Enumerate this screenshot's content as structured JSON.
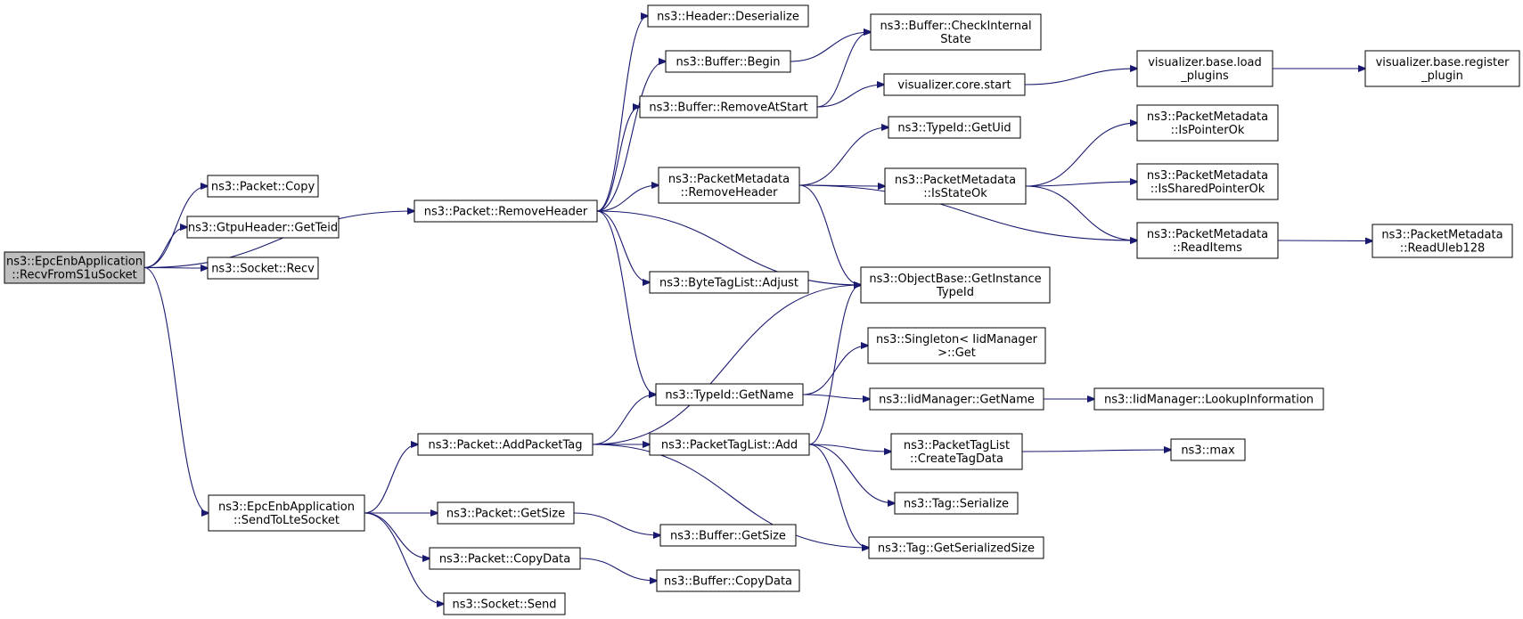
{
  "diagram": {
    "edge_color": "#191970",
    "root_fill": "#bfbfbf",
    "nodes": [
      {
        "id": "root",
        "lines": [
          "ns3::EpcEnbApplication",
          "::RecvFromS1uSocket"
        ],
        "root": true
      },
      {
        "id": "pcopy",
        "lines": [
          "ns3::Packet::Copy"
        ]
      },
      {
        "id": "gtpu",
        "lines": [
          "ns3::GtpuHeader::GetTeid"
        ]
      },
      {
        "id": "srecv",
        "lines": [
          "ns3::Socket::Recv"
        ]
      },
      {
        "id": "premhdr",
        "lines": [
          "ns3::Packet::RemoveHeader"
        ]
      },
      {
        "id": "sendlte",
        "lines": [
          "ns3::EpcEnbApplication",
          "::SendToLteSocket"
        ]
      },
      {
        "id": "hdrdeser",
        "lines": [
          "ns3::Header::Deserialize"
        ]
      },
      {
        "id": "bufbegin",
        "lines": [
          "ns3::Buffer::Begin"
        ]
      },
      {
        "id": "bufremstart",
        "lines": [
          "ns3::Buffer::RemoveAtStart"
        ]
      },
      {
        "id": "pmremhdr",
        "lines": [
          "ns3::PacketMetadata",
          "::RemoveHeader"
        ]
      },
      {
        "id": "btladjust",
        "lines": [
          "ns3::ByteTagList::Adjust"
        ]
      },
      {
        "id": "tidgetname",
        "lines": [
          "ns3::TypeId::GetName"
        ]
      },
      {
        "id": "addptag",
        "lines": [
          "ns3::Packet::AddPacketTag"
        ]
      },
      {
        "id": "ptladd",
        "lines": [
          "ns3::PacketTagList::Add"
        ]
      },
      {
        "id": "pgetsize",
        "lines": [
          "ns3::Packet::GetSize"
        ]
      },
      {
        "id": "pcopydata",
        "lines": [
          "ns3::Packet::CopyData"
        ]
      },
      {
        "id": "ssend",
        "lines": [
          "ns3::Socket::Send"
        ]
      },
      {
        "id": "bufcheck",
        "lines": [
          "ns3::Buffer::CheckInternal",
          "State"
        ]
      },
      {
        "id": "viscore",
        "lines": [
          "visualizer.core.start"
        ]
      },
      {
        "id": "tidgetuid",
        "lines": [
          "ns3::TypeId::GetUid"
        ]
      },
      {
        "id": "pmstateok",
        "lines": [
          "ns3::PacketMetadata",
          "::IsStateOk"
        ]
      },
      {
        "id": "obgetinst",
        "lines": [
          "ns3::ObjectBase::GetInstance",
          "TypeId"
        ]
      },
      {
        "id": "singleton",
        "lines": [
          "ns3::Singleton< IidManager",
          " >::Get"
        ]
      },
      {
        "id": "iidgetname",
        "lines": [
          "ns3::IidManager::GetName"
        ]
      },
      {
        "id": "ptlcreate",
        "lines": [
          "ns3::PacketTagList",
          "::CreateTagData"
        ]
      },
      {
        "id": "tagser",
        "lines": [
          "ns3::Tag::Serialize"
        ]
      },
      {
        "id": "taggetsize",
        "lines": [
          "ns3::Tag::GetSerializedSize"
        ]
      },
      {
        "id": "bufgetsize",
        "lines": [
          "ns3::Buffer::GetSize"
        ]
      },
      {
        "id": "bufcopydata",
        "lines": [
          "ns3::Buffer::CopyData"
        ]
      },
      {
        "id": "visload",
        "lines": [
          "visualizer.base.load",
          "_plugins"
        ]
      },
      {
        "id": "pmptrok",
        "lines": [
          "ns3::PacketMetadata",
          "::IsPointerOk"
        ]
      },
      {
        "id": "pmshared",
        "lines": [
          "ns3::PacketMetadata",
          "::IsSharedPointerOk"
        ]
      },
      {
        "id": "pmreaditems",
        "lines": [
          "ns3::PacketMetadata",
          "::ReadItems"
        ]
      },
      {
        "id": "iidlookup",
        "lines": [
          "ns3::IidManager::LookupInformation"
        ]
      },
      {
        "id": "max",
        "lines": [
          "ns3::max"
        ]
      },
      {
        "id": "visreg",
        "lines": [
          "visualizer.base.register",
          "_plugin"
        ]
      },
      {
        "id": "pmuleb",
        "lines": [
          "ns3::PacketMetadata",
          "::ReadUleb128"
        ]
      }
    ]
  }
}
